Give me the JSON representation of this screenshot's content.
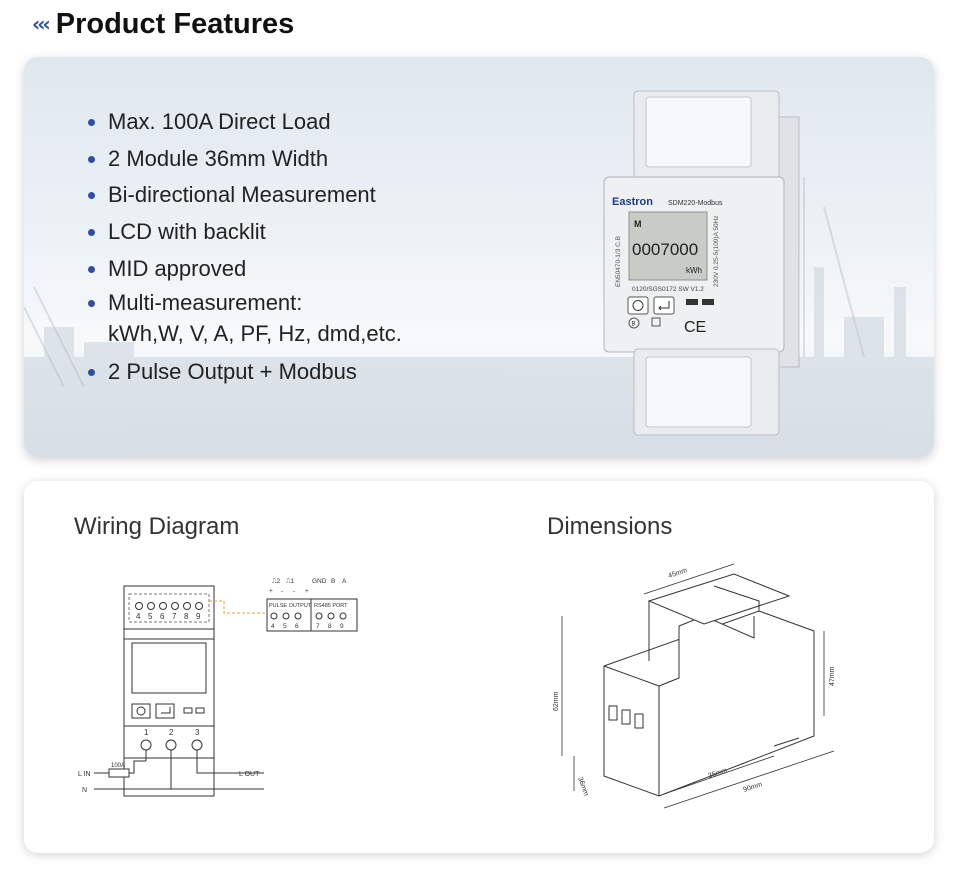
{
  "header": {
    "chevrons": "‹‹‹",
    "title": "Product Features"
  },
  "features": [
    "Max. 100A Direct Load",
    "2 Module 36mm Width",
    "Bi-directional Measurement",
    "LCD with backlit",
    "MID approved",
    "Multi-measurement:",
    "kWh,W, V, A, PF, Hz, dmd,etc.",
    "2 Pulse Output + Modbus"
  ],
  "meter": {
    "brand": "Eastron",
    "model": "SDM220-Modbus",
    "reading": "0007000",
    "unit": "kWh",
    "side_text": "EN50470-1/3 C.B",
    "right_text": "230V 0.25-5(100)A 50Hz",
    "bottom_text": "0120/SGS0172 SW V1.2",
    "ce": "CE",
    "m_label": "M",
    "b_label": "B"
  },
  "wiring": {
    "title": "Wiring Diagram",
    "top_terminals": [
      "4",
      "5",
      "6",
      "7",
      "8",
      "9"
    ],
    "bottom_terminals": [
      "1",
      "2",
      "3"
    ],
    "pulse_labels": [
      "⎍2",
      "⎍1"
    ],
    "plus_minus": [
      "+",
      "-",
      "-",
      "+"
    ],
    "gnd_b_a": [
      "GND",
      "B",
      "A"
    ],
    "pulse_output_label": "PULSE OUTPUT",
    "rs485_label": "RS485 PORT",
    "breaker": "100A",
    "l_in": "L IN",
    "l_out": "L OUT",
    "n": "N"
  },
  "dimensions": {
    "title": "Dimensions",
    "width_top": "45mm",
    "height_right": "47mm",
    "height_left": "62mm",
    "depth_bottom": "36mm",
    "inner": "35mm",
    "length": "90mm"
  },
  "colors": {
    "accent": "#2d4fa3",
    "lcd": "#c8ccc7",
    "orange_dash": "#e8a040"
  }
}
